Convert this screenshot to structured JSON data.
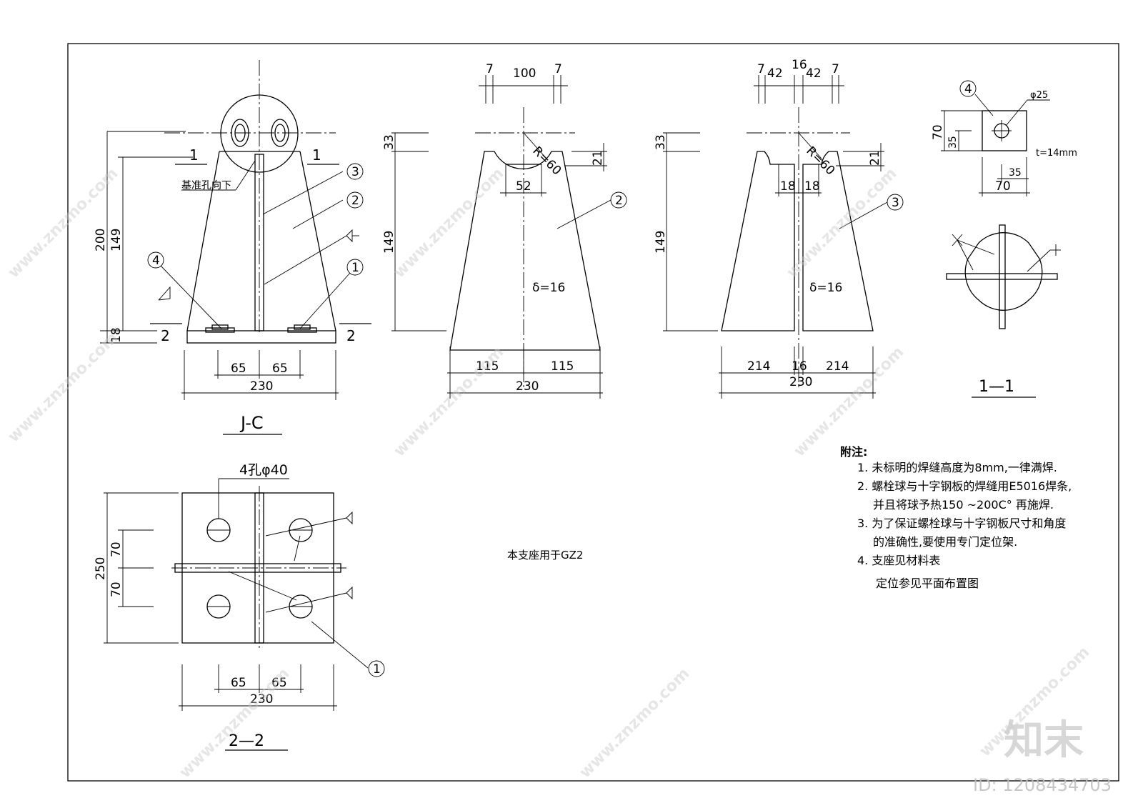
{
  "views": {
    "elevation": {
      "title": "J-C",
      "section_mark": "1",
      "section_mark_2": "2",
      "note": "基准孔向下",
      "dims": {
        "total_h": "200",
        "plate_h": "149",
        "base_h": "18",
        "half_a": "65",
        "half_b": "65",
        "width": "230"
      },
      "callouts": [
        "3",
        "2",
        "1",
        "4"
      ]
    },
    "plate2": {
      "dims": {
        "edge_l": "7",
        "mid": "100",
        "edge_r": "7",
        "top": "33",
        "notch": "21",
        "notch_w": "52",
        "height": "149",
        "half_a": "115",
        "half_b": "115",
        "width": "230"
      },
      "radius": "R=60",
      "thickness": "δ=16",
      "callout": "2"
    },
    "plate3": {
      "dims": {
        "e1": "7",
        "e2": "42",
        "c": "16",
        "e3": "42",
        "e4": "7",
        "top": "33",
        "notch": "21",
        "s1": "18",
        "s2": "18",
        "height": "149",
        "w1": "214",
        "wc": "16",
        "w2": "214",
        "width": "230"
      },
      "radius": "R=60",
      "thickness": "δ=16",
      "callout": "3"
    },
    "washer": {
      "callout": "4",
      "hole": "φ25",
      "dims": {
        "h": "70",
        "h_half": "35",
        "w_half": "35",
        "w": "70"
      },
      "thickness": "t=14mm"
    },
    "section11": {
      "title": "1—1"
    },
    "plan22": {
      "title": "2—2",
      "holes": "4孔φ40",
      "dims": {
        "height": "250",
        "r1": "70",
        "r2": "70",
        "half_a": "65",
        "half_b": "65",
        "width": "230"
      },
      "callout": "1"
    }
  },
  "usage_note": "本支座用于GZ2",
  "notes": {
    "heading": "附注:",
    "items": [
      "1. 未标明的焊缝高度为8mm,一律满焊.",
      "2. 螺栓球与十字钢板的焊缝用E5016焊条,",
      "并且将球予热150 ~200C°     再施焊.",
      "3. 为了保证螺栓球与十字钢板尺寸和角度",
      "的准确性,要使用专门定位架.",
      "4. 支座见材料表",
      "定位参见平面布置图"
    ]
  },
  "branding": {
    "logo": "知末",
    "id": "ID: 1208434703",
    "watermark": "www.znzmo.com"
  }
}
